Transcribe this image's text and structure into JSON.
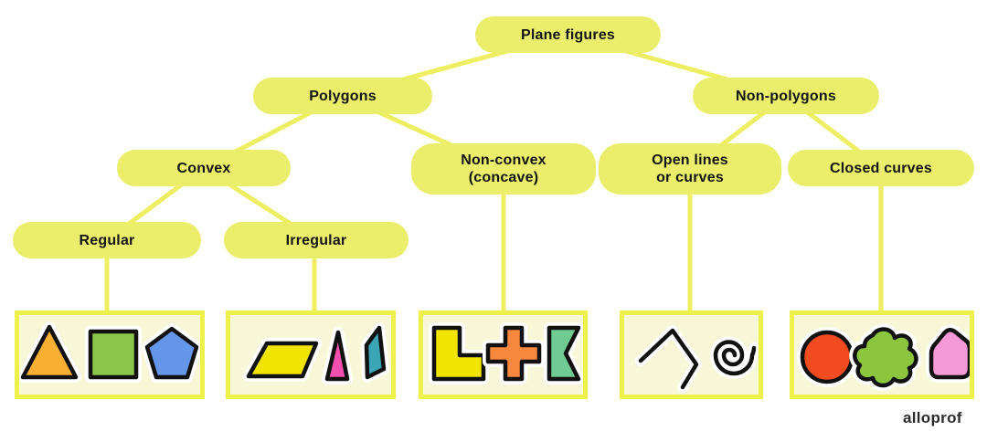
{
  "meta": {
    "logo": "alloprof"
  },
  "colors": {
    "pill": "#ebee6b",
    "connector": "#edee62",
    "box_background": "#f8f8d8",
    "box_border": "#eef14c",
    "label_text": "#141414",
    "shape_outline": "#111111",
    "shape_halo": "#ffffff"
  },
  "nodes": {
    "plane_figures": {
      "label": "Plane figures"
    },
    "polygons": {
      "label": "Polygons"
    },
    "non_polygons": {
      "label": "Non-polygons"
    },
    "convex": {
      "label": "Convex"
    },
    "non_convex": {
      "label": "Non-convex",
      "label2": "(concave)"
    },
    "open_lines": {
      "label": "Open lines",
      "label2": "or curves"
    },
    "closed_curves": {
      "label": "Closed curves"
    },
    "regular": {
      "label": "Regular"
    },
    "irregular": {
      "label": "Irregular"
    }
  },
  "shape_groups": {
    "regular": [
      {
        "name": "equilateral-triangle",
        "color": "#fbb034"
      },
      {
        "name": "square",
        "color": "#8dc74a"
      },
      {
        "name": "regular-pentagon",
        "color": "#6496e9"
      }
    ],
    "irregular": [
      {
        "name": "parallelogram",
        "color": "#f1e500"
      },
      {
        "name": "scalene-triangle",
        "color": "#f24fae"
      },
      {
        "name": "irregular-quadrilateral",
        "color": "#3aa5b5"
      }
    ],
    "non_convex": [
      {
        "name": "l-shape",
        "color": "#f1e500"
      },
      {
        "name": "plus-shape",
        "color": "#f6873c"
      },
      {
        "name": "notched-flag",
        "color": "#6fcb92"
      }
    ],
    "open_lines": [
      {
        "name": "open-polyline",
        "color": "#111111"
      },
      {
        "name": "spiral",
        "color": "#111111"
      }
    ],
    "closed_curves": [
      {
        "name": "circle",
        "color": "#f14b1f"
      },
      {
        "name": "blob",
        "color": "#8cc63f"
      },
      {
        "name": "rounded-pentagon",
        "color": "#f59ad7"
      }
    ]
  }
}
